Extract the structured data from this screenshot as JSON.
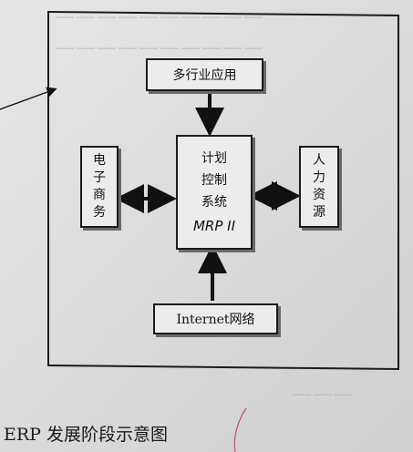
{
  "diagram": {
    "top_box": "多行业应用",
    "center_box": {
      "lines": [
        "计划",
        "控制",
        "系统"
      ],
      "label": "MRP II"
    },
    "left_box": [
      "电",
      "子",
      "商",
      "务"
    ],
    "right_box": [
      "人",
      "力",
      "资",
      "源"
    ],
    "bottom_box": "Internet网络"
  },
  "caption": "ERP 发展阶段示意图"
}
